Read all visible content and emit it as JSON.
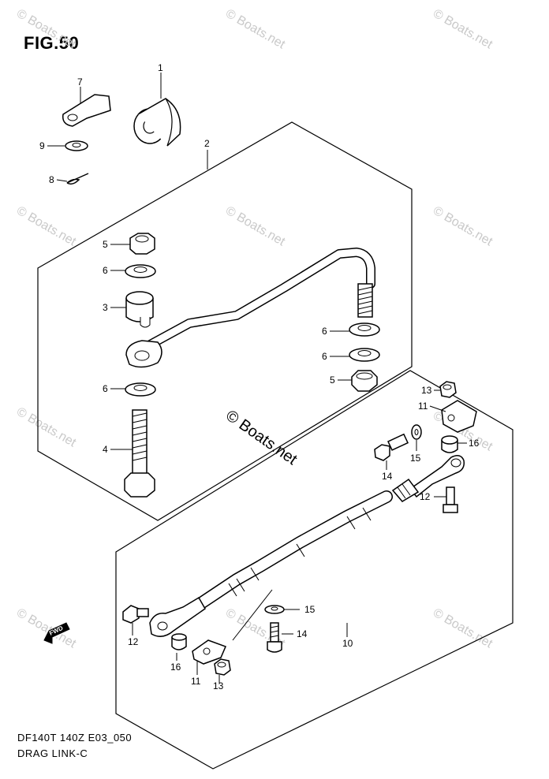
{
  "figure": {
    "title": "FIG.50",
    "model_code": "DF140T 140Z E03_050",
    "assembly_name": "DRAG LINK-C"
  },
  "watermark": {
    "text": "© Boats.net"
  },
  "fwd_label": "FWD",
  "callouts": {
    "c1": "1",
    "c2": "2",
    "c3": "3",
    "c4": "4",
    "c5a": "5",
    "c5b": "5",
    "c6a": "6",
    "c6b": "6",
    "c6c": "6",
    "c6d": "6",
    "c7": "7",
    "c8": "8",
    "c9": "9",
    "c10": "10",
    "c11a": "11",
    "c11b": "11",
    "c12a": "12",
    "c12b": "12",
    "c13a": "13",
    "c13b": "13",
    "c14a": "14",
    "c14b": "14",
    "c15a": "15",
    "c15b": "15",
    "c16a": "16",
    "c16b": "16"
  }
}
